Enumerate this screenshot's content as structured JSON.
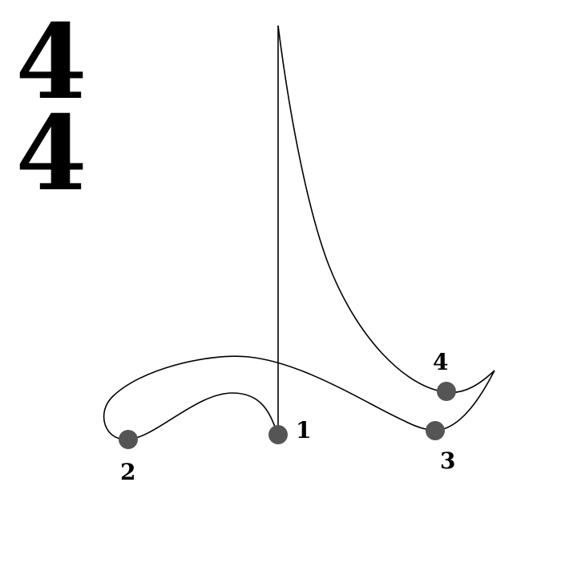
{
  "time_signature": {
    "numerator": "4",
    "denominator": "4"
  },
  "conducting_pattern": {
    "beats": [
      {
        "label": "1"
      },
      {
        "label": "2"
      },
      {
        "label": "3"
      },
      {
        "label": "4"
      }
    ]
  },
  "colors": {
    "stroke": "#000000",
    "beat_point": "#555555",
    "background": "#ffffff"
  }
}
